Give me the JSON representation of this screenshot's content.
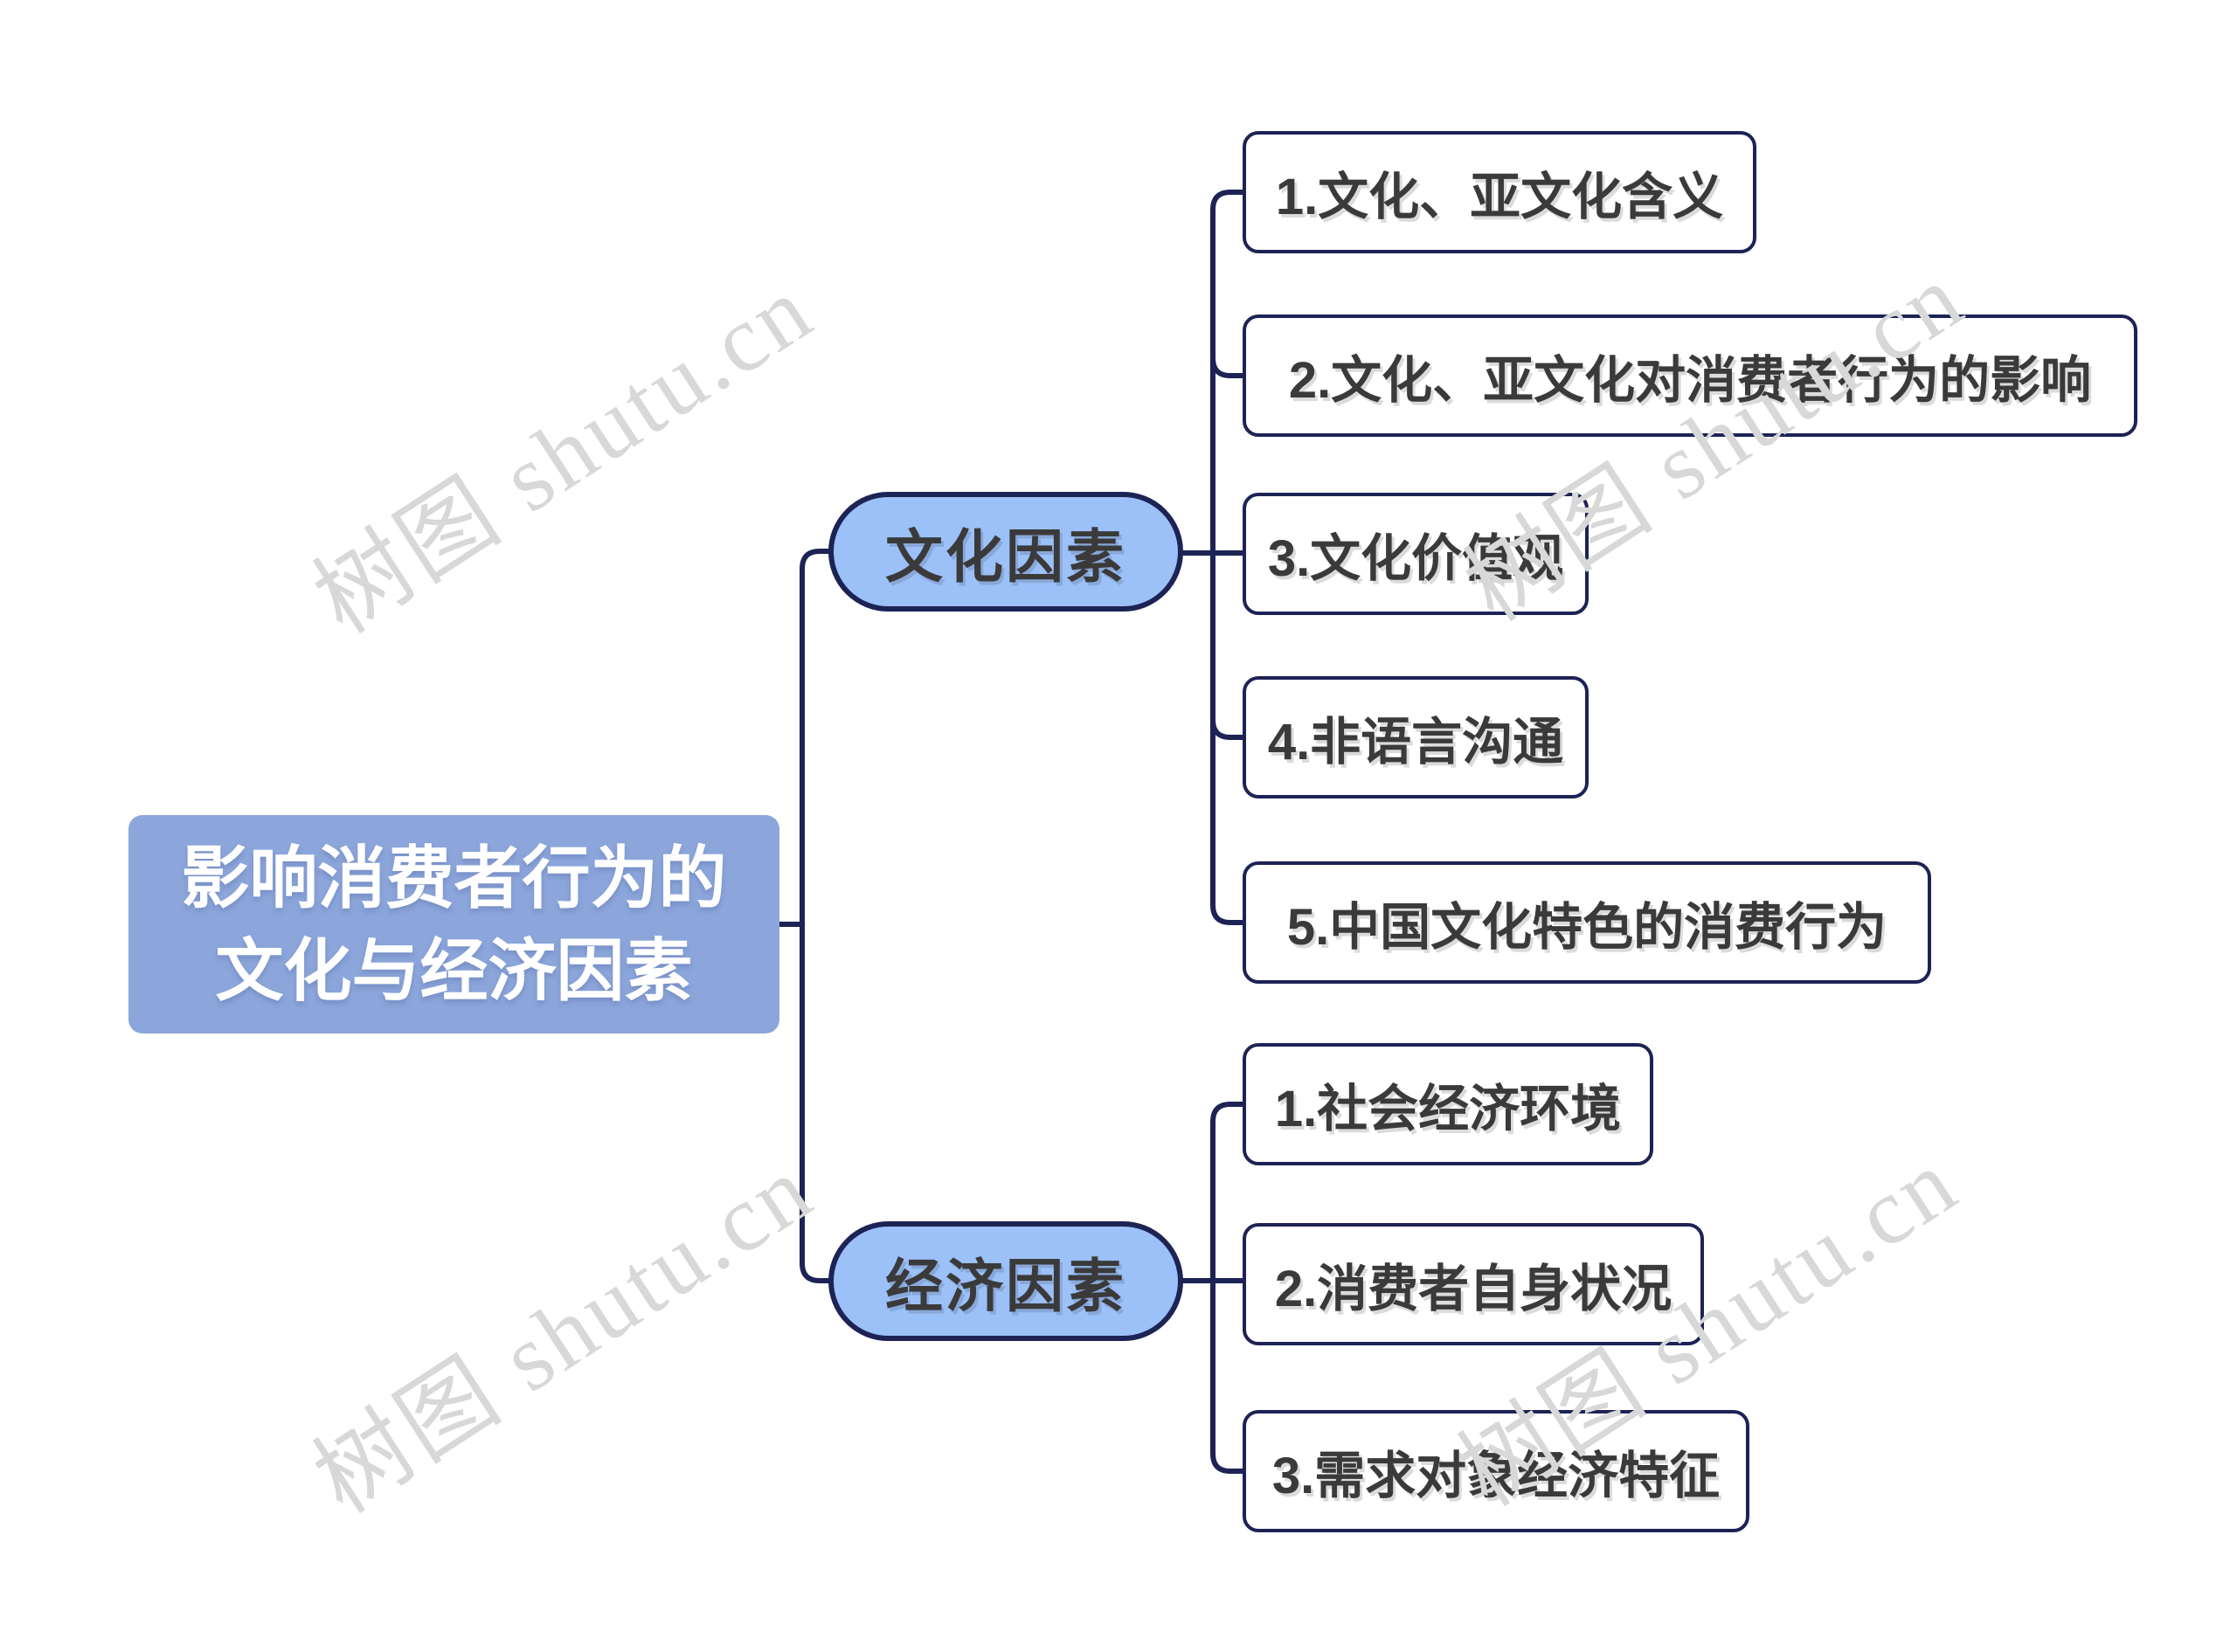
{
  "root": {
    "line1": "影响消费者行为的",
    "line2": "文化与经济因素"
  },
  "branches": [
    {
      "label": "文化因素",
      "children": [
        "1.文化、亚文化含义",
        "2.文化、亚文化对消费者行为的影响",
        "3.文化价值观",
        "4.非语言沟通",
        "5.中国文化特色的消费行为"
      ]
    },
    {
      "label": "经济因素",
      "children": [
        "1.社会经济环境",
        "2.消费者自身状况",
        "3.需求对象经济特征"
      ]
    }
  ],
  "watermark": {
    "text": "树图 shutu.cn"
  },
  "colors": {
    "root_fill": "#8CA6DB",
    "root_text": "#FFFFFF",
    "branch_fill": "#9CC0F8",
    "line_and_border": "#1D2355",
    "leaf_fill": "#FFFFFF",
    "node_text": "#3A3A3A",
    "watermark_gray": "#D8D8D8"
  }
}
